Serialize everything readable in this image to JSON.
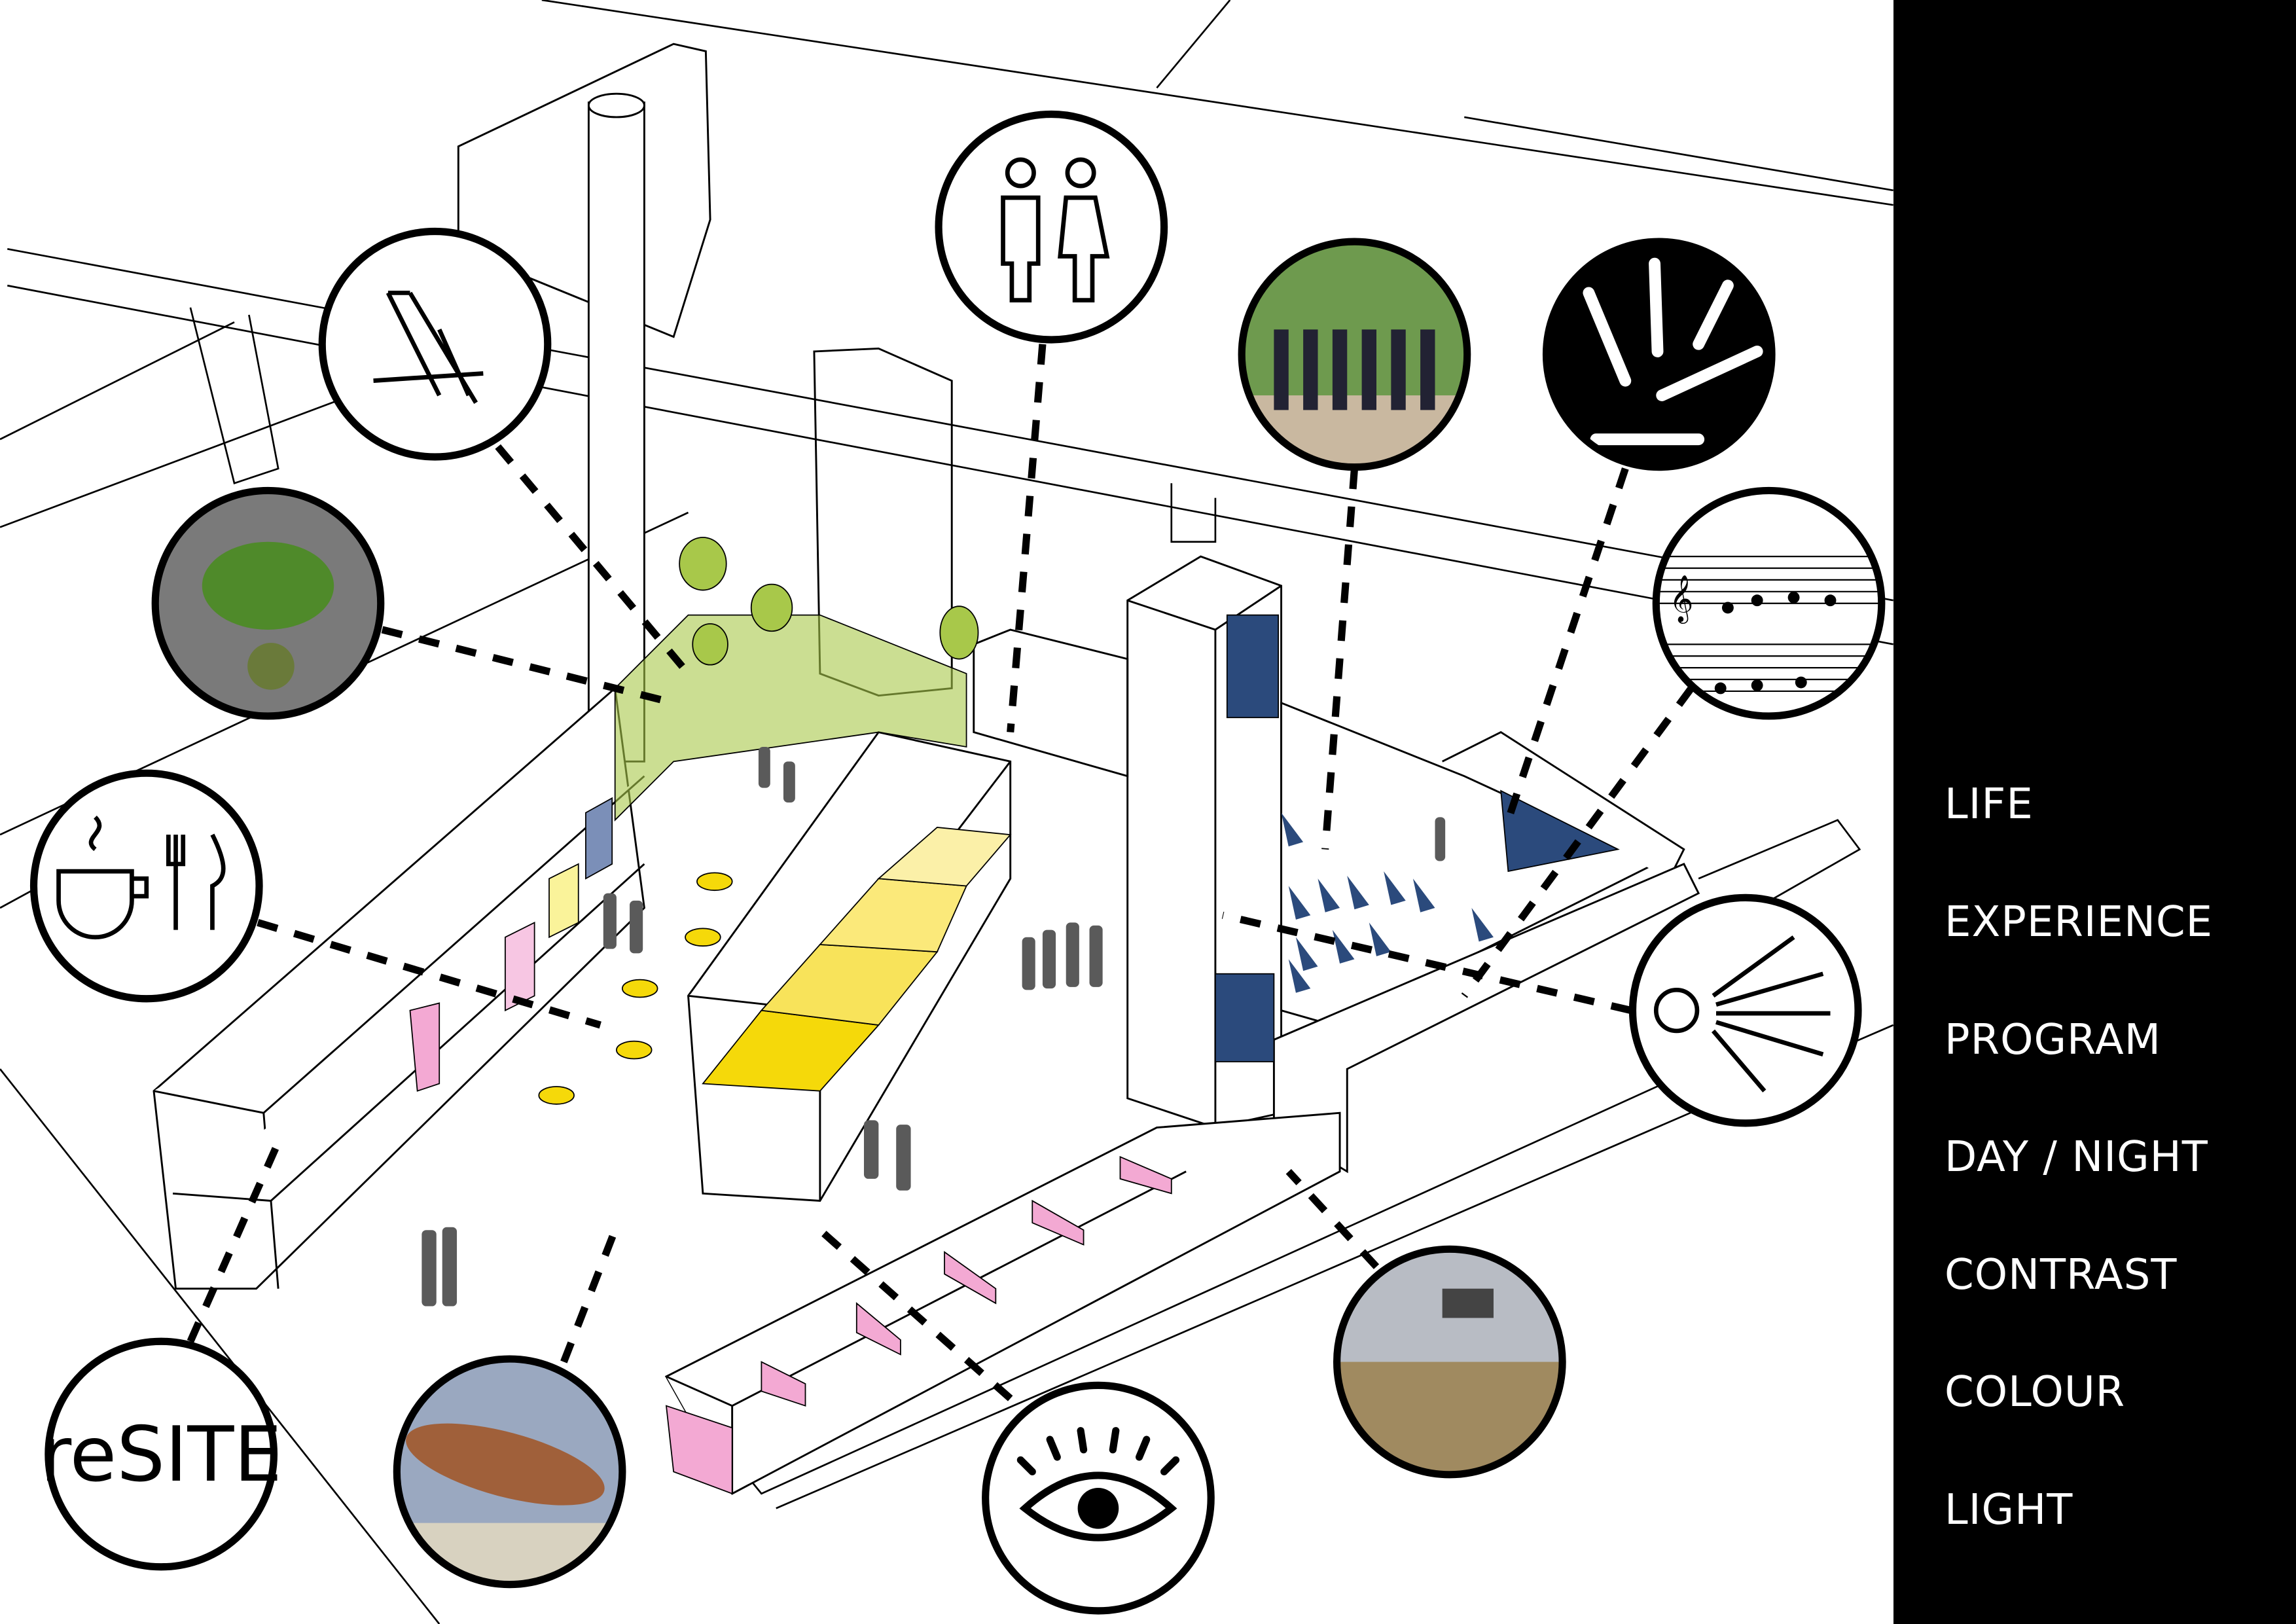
{
  "sidebar": {
    "keywords": [
      "LIFE",
      "EXPERIENCE",
      "PROGRAM",
      "DAY / NIGHT",
      "CONTRAST",
      "COLOUR",
      "LIGHT"
    ]
  },
  "callouts": {
    "logo_text": "reSITE"
  },
  "colors": {
    "yellow": "#f5d90a",
    "pink": "#f3a9d3",
    "navy": "#2b4a7c",
    "green": "#a8c84a",
    "silhouette": "#5a5a5a"
  }
}
